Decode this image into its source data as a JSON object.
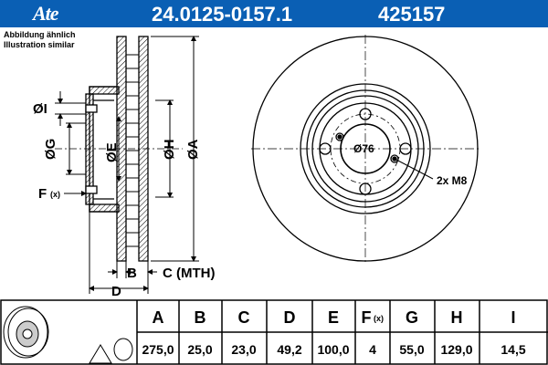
{
  "header": {
    "brand": "Ate",
    "part_number": "24.0125-0157.1",
    "ref_number": "425157",
    "color": "#0a5fb4"
  },
  "notes": {
    "line1": "Abbildung ähnlich",
    "line2": "Illustration similar"
  },
  "drawing": {
    "label_I": "ØI",
    "label_G": "ØG",
    "label_E": "ØE",
    "label_H": "ØH",
    "label_A": "ØA",
    "label_F": "F",
    "label_F_sub": "(x)",
    "label_B": "B",
    "label_C": "C (MTH)",
    "label_D": "D",
    "label_pcd": "Ø76",
    "label_bolts": "2x M8"
  },
  "table": {
    "headers": [
      "A",
      "B",
      "C",
      "D",
      "E",
      "F",
      "G",
      "H",
      "I"
    ],
    "header_F_sub": "(x)",
    "values": [
      "275,0",
      "25,0",
      "23,0",
      "49,2",
      "100,0",
      "4",
      "55,0",
      "129,0",
      "14,5"
    ]
  }
}
